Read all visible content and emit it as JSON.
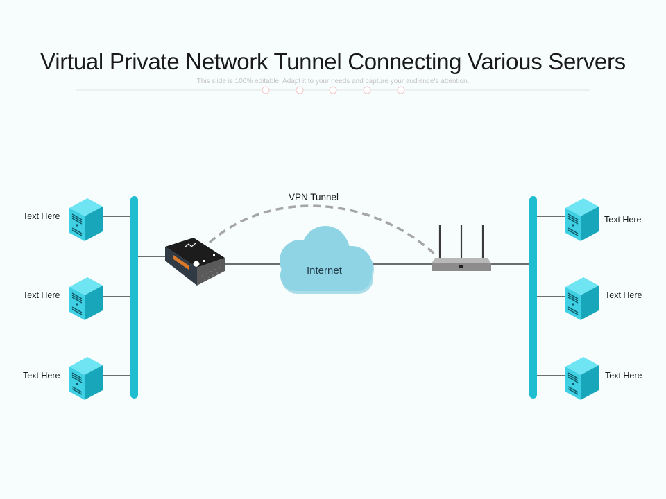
{
  "header": {
    "title": "Virtual Private Network Tunnel Connecting Various Servers",
    "subtitle": "This slide is 100% editable. Adapt it to your needs and capture your audience's attention."
  },
  "diagram": {
    "vpn_label": "VPN Tunnel",
    "cloud_label": "Internet",
    "left_servers": [
      {
        "label": "Text Here"
      },
      {
        "label": "Text Here"
      },
      {
        "label": "Text Here"
      }
    ],
    "right_servers": [
      {
        "label": "Text Here"
      },
      {
        "label": "Text Here"
      },
      {
        "label": "Text Here"
      }
    ]
  },
  "colors": {
    "bus": "#1fbdd0",
    "server_top": "#6fe4f2",
    "server_front": "#3fd0e4",
    "server_side": "#18a6bb",
    "cloud": "#8fd4e4",
    "tunnel": "#a6a6a6"
  }
}
